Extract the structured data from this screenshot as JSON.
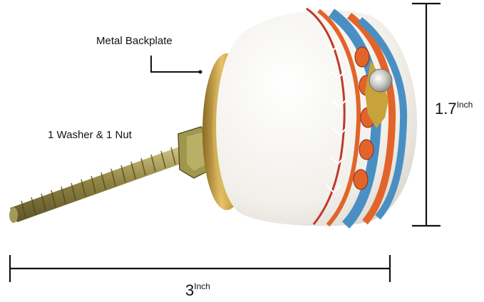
{
  "labels": {
    "backplate": "Metal Backplate",
    "washer_nut": "1 Washer & 1 Nut"
  },
  "dimensions": {
    "height": {
      "value": "1.7",
      "unit": "Inch"
    },
    "width": {
      "value": "3",
      "unit": "Inch"
    }
  },
  "colors": {
    "ceramic": "#f3f1ec",
    "brass": "#c9a24a",
    "pattern_blue": "#4a8fc4",
    "pattern_orange": "#e2642a",
    "pattern_red": "#c0392b",
    "screw": "#9c8f4c"
  }
}
